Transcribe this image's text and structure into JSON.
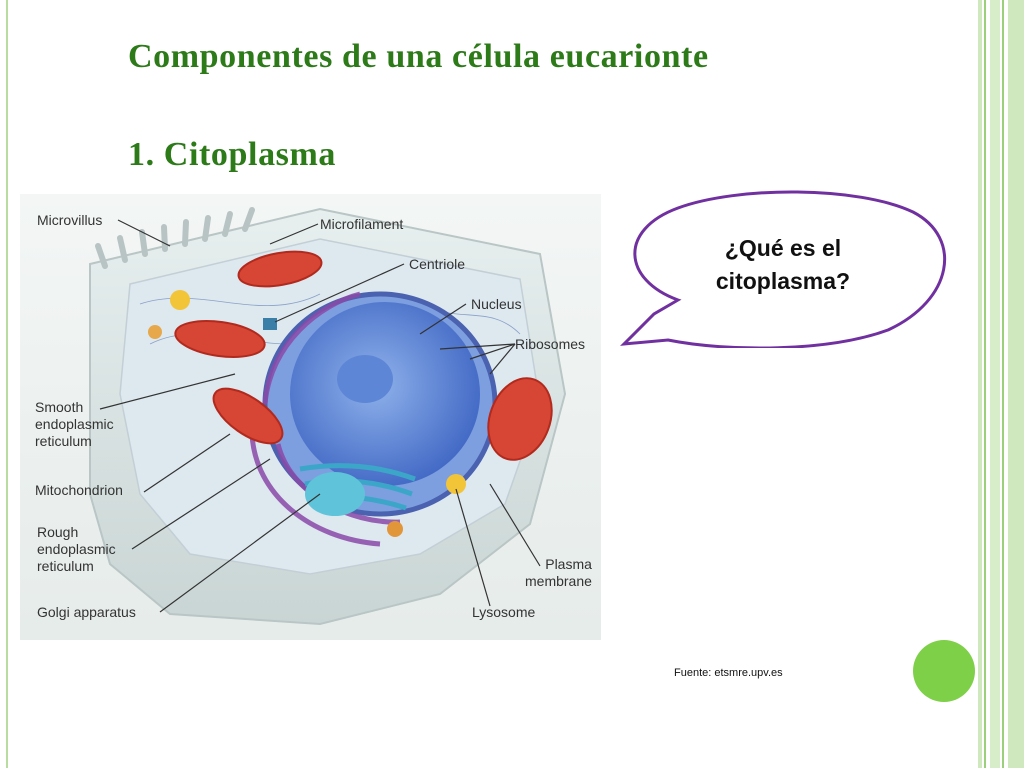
{
  "slide": {
    "title": "Componentes de una célula eucarionte",
    "subtitle": "1. Citoplasma",
    "bubble_text": "¿Qué es el citoplasma?",
    "source": "Fuente: etsmre.upv.es"
  },
  "diagram_labels": {
    "microvillus": "Microvillus",
    "microfilament": "Microfilament",
    "centriole": "Centriole",
    "nucleus": "Nucleus",
    "ribosomes": "Ribosomes",
    "smooth_er": [
      "Smooth",
      "endoplasmic",
      "reticulum"
    ],
    "mitochondrion": "Mitochondrion",
    "rough_er": [
      "Rough",
      "endoplasmic",
      "reticulum"
    ],
    "golgi": "Golgi apparatus",
    "plasma_membrane": [
      "Plasma",
      "membrane"
    ],
    "lysosome": "Lysosome"
  },
  "colors": {
    "title_green": "#2c7a18",
    "bubble_border": "#7030a0",
    "dot_green": "#7ed049",
    "border_green": "#b9dca0"
  }
}
